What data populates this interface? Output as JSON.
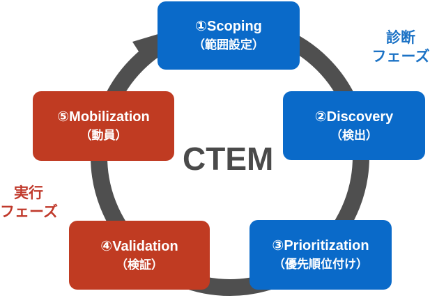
{
  "title": "CTEM",
  "colors": {
    "diagnosis": "#0a6ac9",
    "execution": "#c03b22",
    "cycle": "#4f4f4f",
    "title": "#4a4a4a",
    "diagnosis_label": "#1b72c5",
    "execution_label": "#c0392b"
  },
  "phases": [
    {
      "label": "①Scoping",
      "sub": "（範囲設定）",
      "group": "diagnosis"
    },
    {
      "label": "②Discovery",
      "sub": "（検出）",
      "group": "diagnosis"
    },
    {
      "label": "③Prioritization",
      "sub": "（優先順位付け）",
      "group": "diagnosis"
    },
    {
      "label": "④Validation",
      "sub": "（検証）",
      "group": "execution"
    },
    {
      "label": "⑤Mobilization",
      "sub": "（動員）",
      "group": "execution"
    }
  ],
  "groups": {
    "diagnosis": {
      "line1": "診断",
      "line2": "フェーズ"
    },
    "execution": {
      "line1": "実行",
      "line2": "フェーズ"
    }
  }
}
